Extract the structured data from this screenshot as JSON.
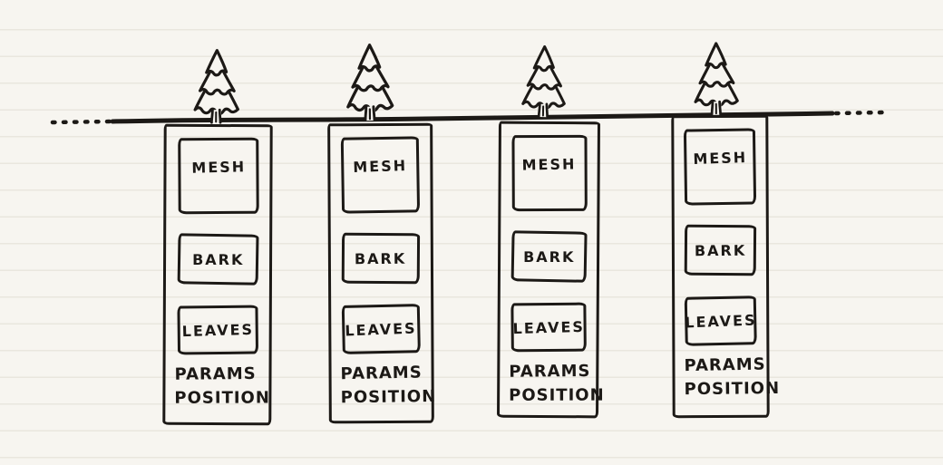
{
  "colors": {
    "ink": "#1c1916",
    "paper": "#f7f5f0",
    "paper_line": "#e9e6de"
  },
  "icons": {
    "tree": "pine-tree"
  },
  "cards": [
    {
      "slots": [
        {
          "label": "MESH"
        },
        {
          "label": "BARK"
        },
        {
          "label": "LEAVES"
        }
      ],
      "footer": [
        "PARAMS",
        "POSITION"
      ]
    },
    {
      "slots": [
        {
          "label": "MESH"
        },
        {
          "label": "BARK"
        },
        {
          "label": "LEAVES"
        }
      ],
      "footer": [
        "PARAMS",
        "POSITION"
      ]
    },
    {
      "slots": [
        {
          "label": "MESH"
        },
        {
          "label": "BARK"
        },
        {
          "label": "LEAVES"
        }
      ],
      "footer": [
        "PARAMS",
        "POSITION"
      ]
    },
    {
      "slots": [
        {
          "label": "MESH"
        },
        {
          "label": "BARK"
        },
        {
          "label": "LEAVES"
        }
      ],
      "footer": [
        "PARAMS",
        "POSITION"
      ]
    }
  ]
}
